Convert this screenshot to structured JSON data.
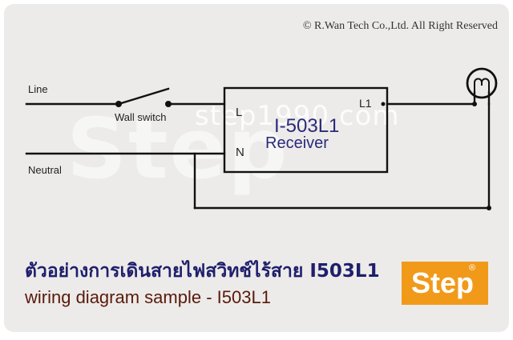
{
  "copyright": "© R.Wan Tech Co.,Ltd. All Right Reserved",
  "watermark": {
    "brand": "Step",
    "url": "step1990.com"
  },
  "labels": {
    "line": "Line",
    "neutral": "Neutral",
    "wall_switch": "Wall switch"
  },
  "receiver": {
    "model": "I-503L1",
    "subtitle": "Receiver",
    "terminal_l": "L",
    "terminal_n": "N",
    "terminal_l1": "L1"
  },
  "title_th": "ตัวอย่างการเดินสายไฟสวิทช์ไร้สาย I503L1",
  "title_en": "wiring diagram sample - I503L1",
  "logo": {
    "text": "Step",
    "reg": "®",
    "color": "#f19a1a"
  },
  "colors": {
    "background": "#ecebea",
    "model_text": "#2a2a7a",
    "title_th": "#1f1f6b",
    "title_en": "#5a1a0a"
  }
}
